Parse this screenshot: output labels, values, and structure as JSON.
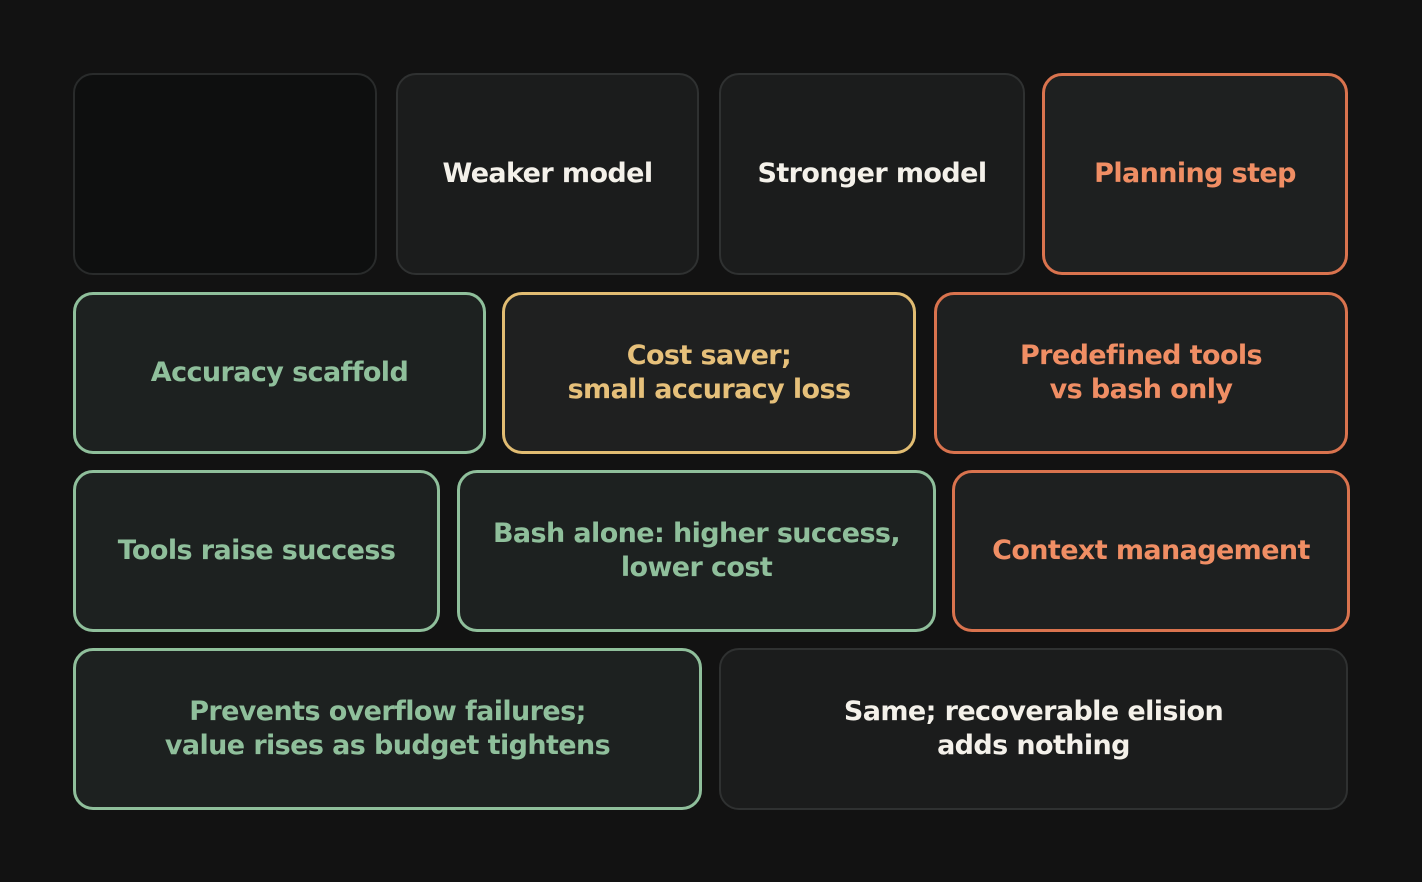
{
  "header": {
    "empty_cell": "",
    "weaker_model": "Weaker model",
    "stronger_model": "Stronger model"
  },
  "rows": {
    "planning_step": {
      "label": "Planning step",
      "weaker": "Accuracy scaffold",
      "stronger": "Cost saver;\nsmall accuracy loss"
    },
    "predefined_tools": {
      "label": "Predefined tools\nvs bash only",
      "weaker": "Tools raise success",
      "stronger": "Bash alone: higher success,\nlower cost"
    },
    "context_management": {
      "label": "Context management",
      "weaker": "Prevents overflow failures;\nvalue rises as budget tightens",
      "stronger": "Same; recoverable elision\nadds nothing"
    }
  },
  "colors": {
    "background": "#121212",
    "orange": "#d9734e",
    "green": "#8fbf9b",
    "yellow": "#e1bc72",
    "neutral_text": "#f4f1ea"
  }
}
